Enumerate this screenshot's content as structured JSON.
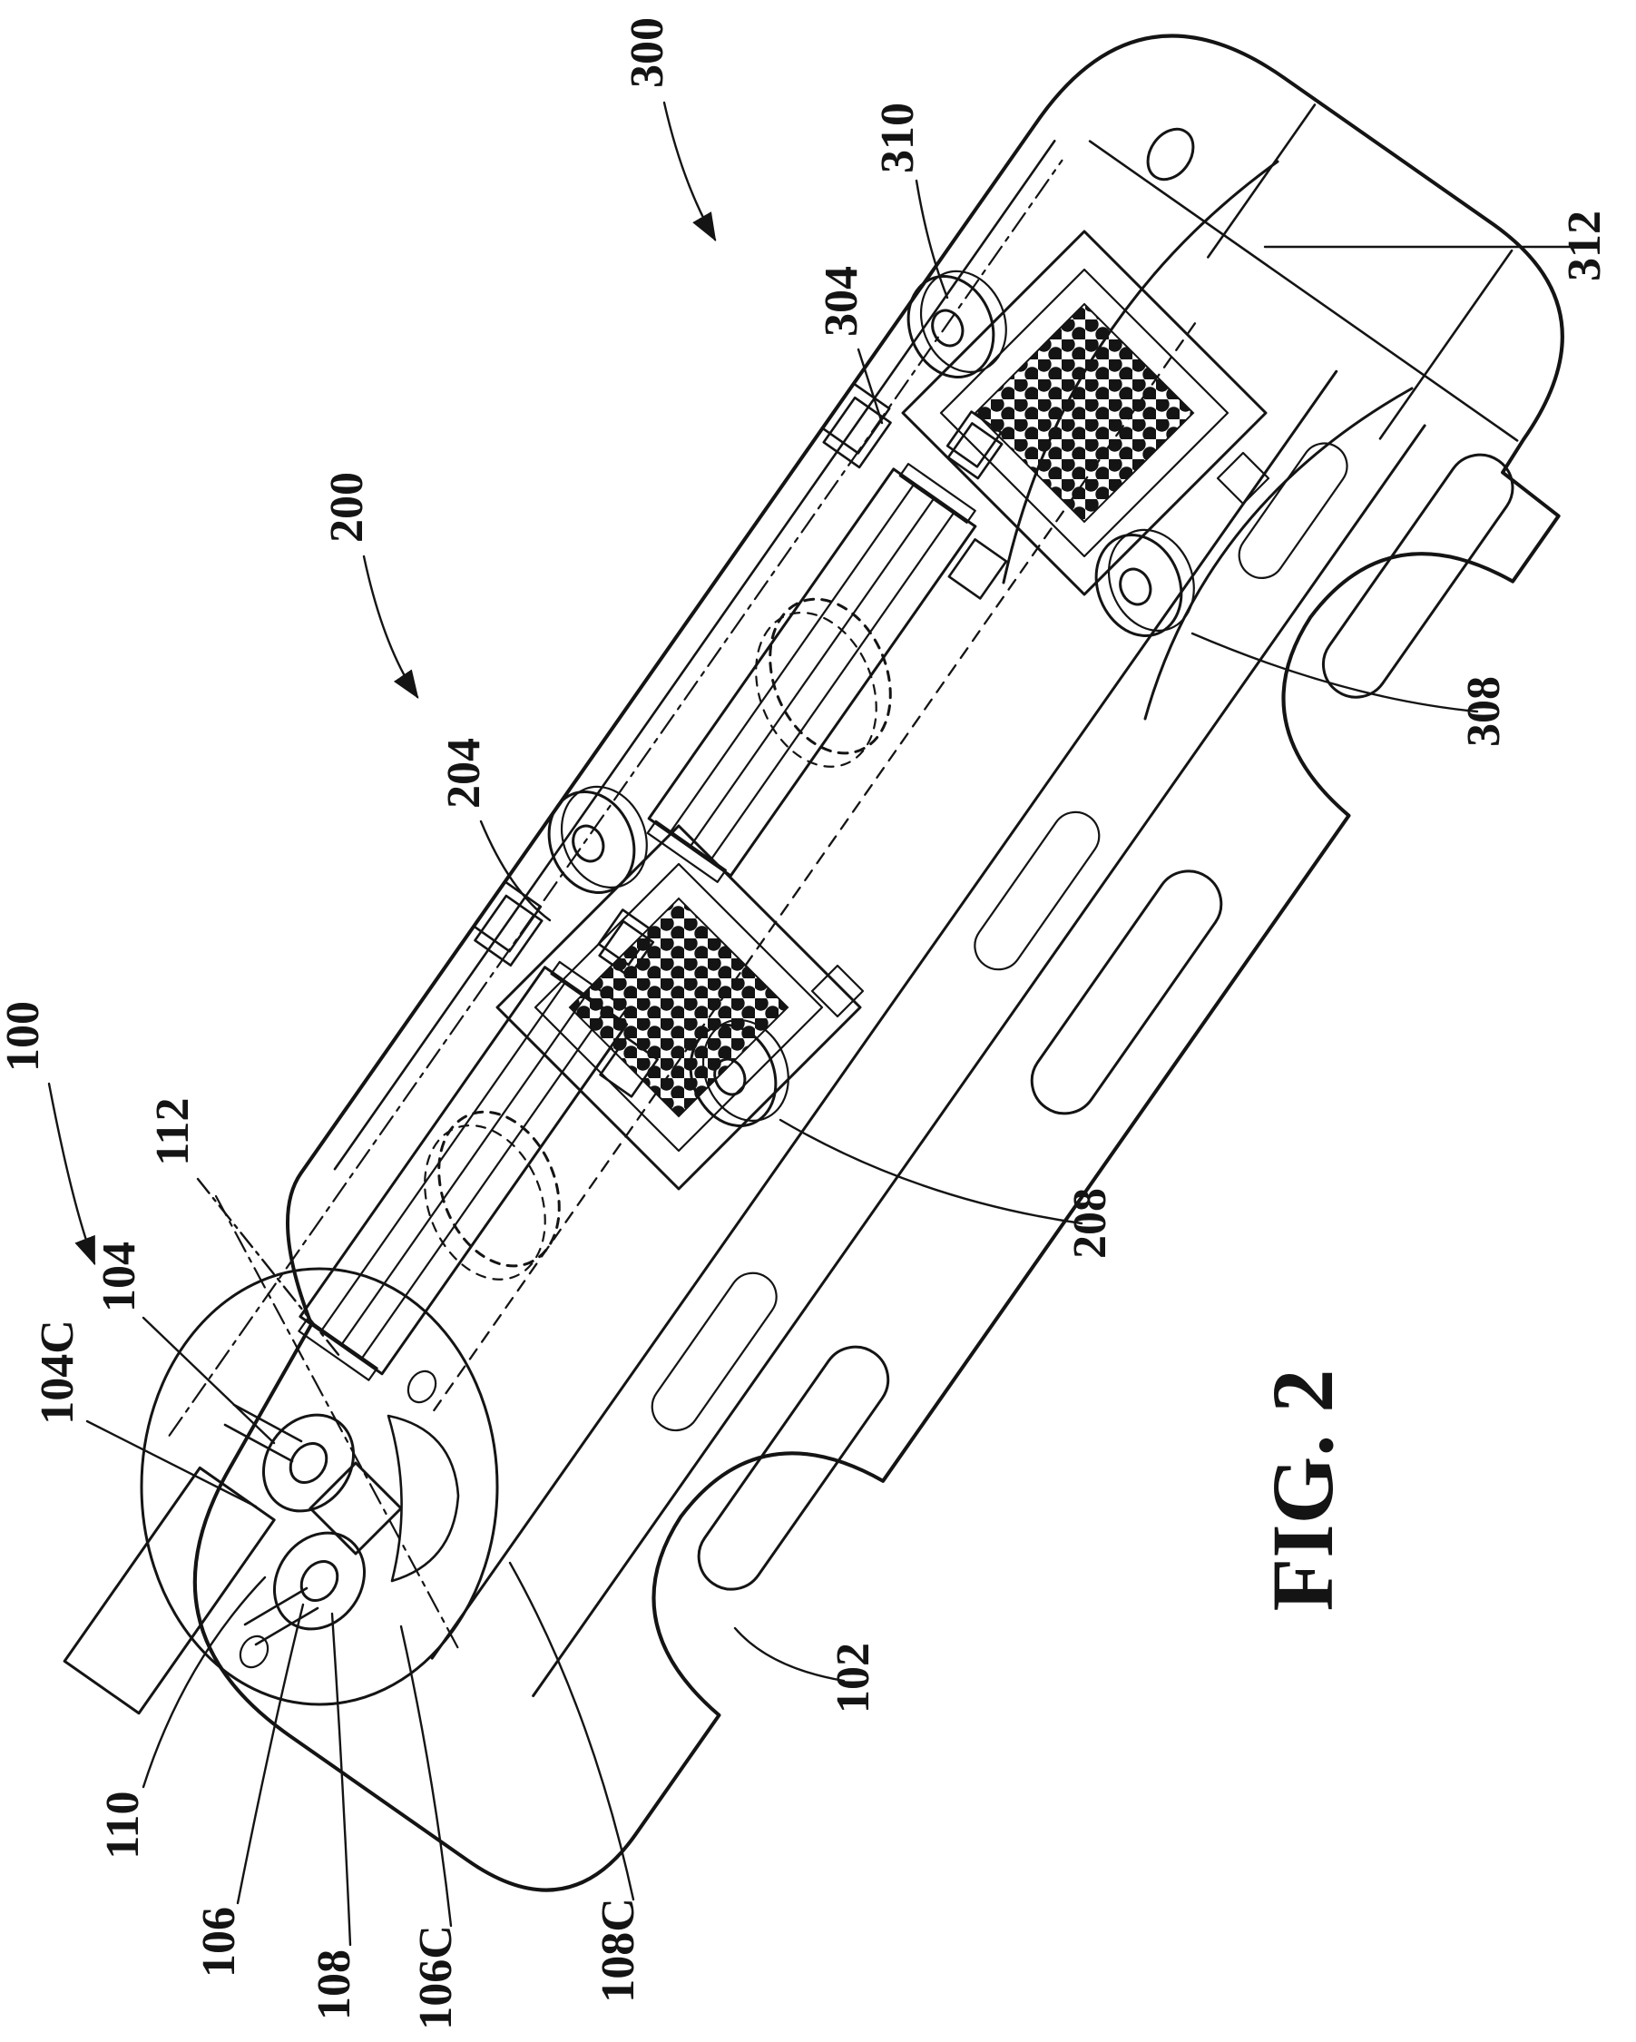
{
  "figure": {
    "caption": "FIG. 2"
  },
  "colors": {
    "ink": "#141414",
    "paper": "#ffffff"
  },
  "labels": {
    "n100": "100",
    "n102": "102",
    "n104": "104",
    "n104c": "104C",
    "n106": "106",
    "n106c": "106C",
    "n108": "108",
    "n108c": "108C",
    "n110": "110",
    "n112": "112",
    "n200": "200",
    "n204": "204",
    "n208": "208",
    "n300": "300",
    "n304": "304",
    "n308": "308",
    "n310": "310",
    "n312": "312"
  }
}
